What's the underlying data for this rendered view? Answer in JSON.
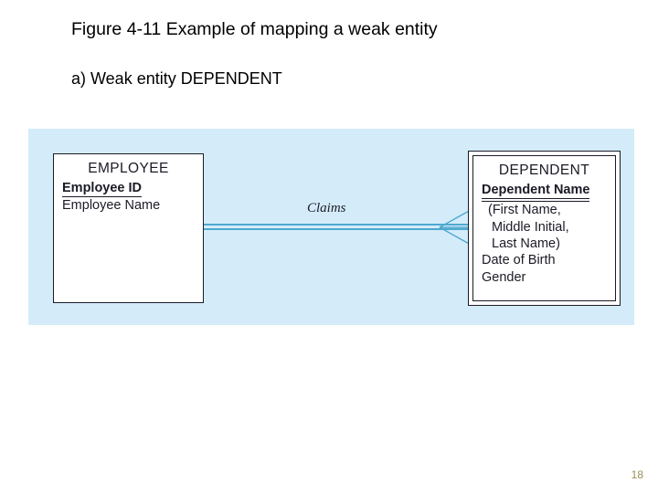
{
  "slide": {
    "title": "Figure 4-11 Example of mapping a weak entity",
    "subtitle": "a) Weak entity DEPENDENT",
    "page_number": "18"
  },
  "colors": {
    "panel_background": "#d4ecfa",
    "entity_border": "#1b1b26",
    "relationship_line": "#4fa8cf",
    "page_number_text": "#9a8f5a",
    "slide_background": "#ffffff"
  },
  "diagram": {
    "type": "er-diagram",
    "entities": [
      {
        "id": "employee",
        "name": "EMPLOYEE",
        "kind": "strong-entity",
        "border": "single",
        "attributes": [
          {
            "label": "Employee ID",
            "role": "identifier",
            "underline": "single"
          },
          {
            "label": "Employee Name",
            "role": "attribute",
            "underline": "none"
          }
        ]
      },
      {
        "id": "dependent",
        "name": "DEPENDENT",
        "kind": "weak-entity",
        "border": "double",
        "attributes": [
          {
            "label": "Dependent Name",
            "role": "partial-identifier",
            "underline": "double"
          },
          {
            "label": "(First Name,",
            "role": "component",
            "underline": "none"
          },
          {
            "label": "Middle Initial,",
            "role": "component",
            "underline": "none"
          },
          {
            "label": "Last Name)",
            "role": "component",
            "underline": "none"
          },
          {
            "label": "Date of Birth",
            "role": "attribute",
            "underline": "none"
          },
          {
            "label": "Gender",
            "role": "attribute",
            "underline": "none"
          }
        ]
      }
    ],
    "relationship": {
      "label": "Claims",
      "kind": "identifying-relationship",
      "line_style": "double-line",
      "from": "EMPLOYEE",
      "to": "DEPENDENT",
      "to_cardinality": "many",
      "to_symbol": "crows-foot"
    }
  }
}
